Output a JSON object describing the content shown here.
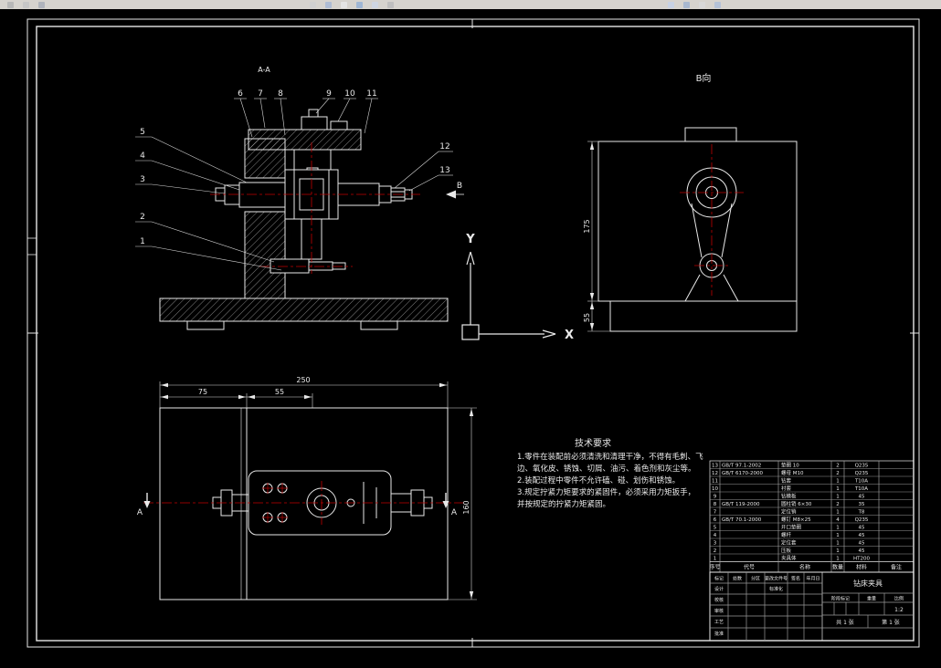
{
  "colors": {
    "background": "#000000",
    "line": "#e8e8e8",
    "centerline": "#c00000",
    "toolbar": "#d6d3ce"
  },
  "labels": {
    "section": "A-A",
    "view_b": "B向",
    "dir_arrow": "B",
    "axis_x": "X",
    "axis_y": "Y",
    "section_mark": "A"
  },
  "callouts": {
    "left": [
      "5",
      "4",
      "3",
      "2",
      "1"
    ],
    "top": [
      "6",
      "7",
      "8",
      "9",
      "10",
      "11"
    ],
    "right": [
      "12",
      "13"
    ]
  },
  "dimensions": {
    "plan_overall": "250",
    "plan_sub1": "75",
    "plan_sub2": "55",
    "plan_depth": "160",
    "side_height": "175",
    "side_base": "55"
  },
  "tech_req": {
    "title": "技术要求",
    "lines": [
      "1.零件在装配前必须清洗和清理干净，不得有毛刺、飞",
      "边、氧化皮、锈蚀、切屑、油污、着色剂和灰尘等。",
      "2.装配过程中零件不允许磕、碰、划伤和锈蚀。",
      "3.规定拧紧力矩要求的紧固件，必须采用力矩扳手，",
      "并按规定的拧紧力矩紧固。"
    ]
  },
  "bom": {
    "headers": [
      "序号",
      "代号",
      "名称",
      "数量",
      "材料",
      "备注"
    ],
    "rows": [
      {
        "no": "13",
        "code": "GB/T 97.1-2002",
        "name": "垫圈 10",
        "qty": "2",
        "mat": "Q235",
        "note": ""
      },
      {
        "no": "12",
        "code": "GB/T 6170-2000",
        "name": "螺母 M10",
        "qty": "2",
        "mat": "Q235",
        "note": ""
      },
      {
        "no": "11",
        "code": "",
        "name": "钻套",
        "qty": "1",
        "mat": "T10A",
        "note": ""
      },
      {
        "no": "10",
        "code": "",
        "name": "衬套",
        "qty": "1",
        "mat": "T10A",
        "note": ""
      },
      {
        "no": "9",
        "code": "",
        "name": "钻模板",
        "qty": "1",
        "mat": "45",
        "note": ""
      },
      {
        "no": "8",
        "code": "GB/T 119-2000",
        "name": "圆柱销 6×30",
        "qty": "2",
        "mat": "35",
        "note": ""
      },
      {
        "no": "7",
        "code": "",
        "name": "定位销",
        "qty": "1",
        "mat": "T8",
        "note": ""
      },
      {
        "no": "6",
        "code": "GB/T 70.1-2000",
        "name": "螺钉 M8×25",
        "qty": "4",
        "mat": "Q235",
        "note": ""
      },
      {
        "no": "5",
        "code": "",
        "name": "开口垫圈",
        "qty": "1",
        "mat": "45",
        "note": ""
      },
      {
        "no": "4",
        "code": "",
        "name": "螺杆",
        "qty": "1",
        "mat": "45",
        "note": ""
      },
      {
        "no": "3",
        "code": "",
        "name": "定位套",
        "qty": "1",
        "mat": "45",
        "note": ""
      },
      {
        "no": "2",
        "code": "",
        "name": "压板",
        "qty": "1",
        "mat": "45",
        "note": ""
      },
      {
        "no": "1",
        "code": "",
        "name": "夹具体",
        "qty": "1",
        "mat": "HT200",
        "note": ""
      }
    ]
  },
  "title_block": {
    "row1": [
      "标记",
      "处数",
      "分区",
      "更改文件号",
      "签名",
      "年月日"
    ],
    "left_rows": [
      "设计",
      "校核",
      "审核",
      "工艺",
      "批准"
    ],
    "standardize": "标准化",
    "title": "钻床夹具",
    "stage_label": "阶段标记",
    "weight_label": "重量",
    "scale_label": "比例",
    "scale_value": "1:2",
    "sheet_total": "共 1 张",
    "sheet_no": "第 1 张"
  }
}
